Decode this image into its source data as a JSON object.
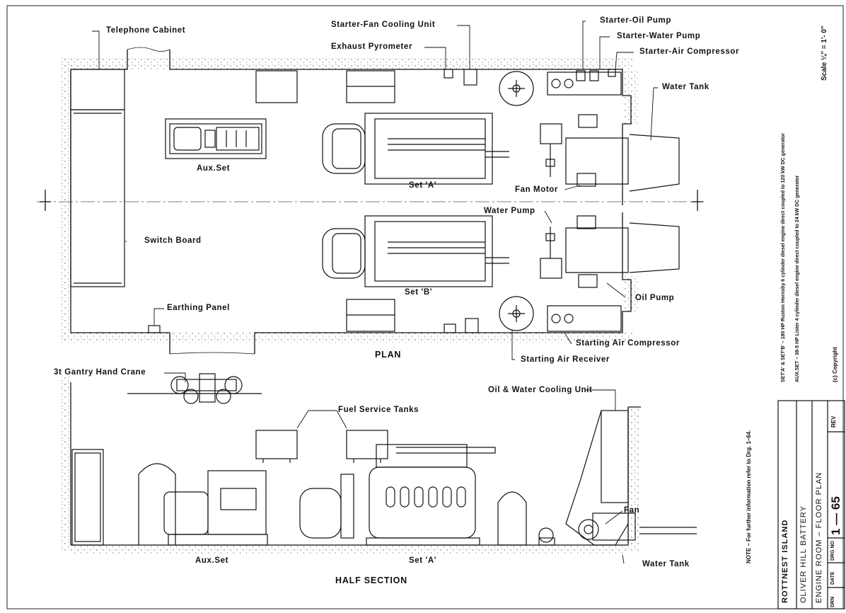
{
  "plan": {
    "title": "PLAN",
    "labels": {
      "telephone_cabinet": "Telephone Cabinet",
      "starter_fan_cooling": "Starter-Fan Cooling Unit",
      "exhaust_pyrometer": "Exhaust Pyrometer",
      "starter_oil_pump": "Starter-Oil Pump",
      "starter_water_pump": "Starter-Water Pump",
      "starter_air_compressor": "Starter-Air Compressor",
      "water_tank": "Water Tank",
      "aux_set": "Aux.Set",
      "set_a": "Set 'A'",
      "fan_motor": "Fan Motor",
      "water_pump": "Water Pump",
      "switch_board": "Switch Board",
      "set_b": "Set 'B'",
      "oil_pump": "Oil Pump",
      "earthing_panel": "Earthing Panel",
      "starting_air_compressor": "Starting Air Compressor",
      "starting_air_receiver": "Starting Air Receiver"
    }
  },
  "section": {
    "title": "HALF SECTION",
    "labels": {
      "gantry_crane": "3t Gantry Hand Crane",
      "fuel_tanks": "Fuel Service Tanks",
      "cooling_unit": "Oil & Water Cooling Unit",
      "fan": "Fan",
      "aux_set": "Aux.Set",
      "set_a": "Set 'A'",
      "water_tank": "Water Tank"
    }
  },
  "notes": {
    "further_info": "NOTE – For further information refer to Drg. 1–64.",
    "set_ab": "SET'A' & SET'B' – 180 HP Ruston Hornsby 6 cylinder diesel engine direct coupled to 120 kW DC generator",
    "aux_set": "AUX.SET – 38-5 HP Lister 4 cylinder diesel engine direct coupled to 24 kW DC generator",
    "scale": "Scale ¼\" = 1'- 0\"",
    "copyright": "(c) Copyright"
  },
  "title_block": {
    "line1": "ROTTNEST ISLAND",
    "line2": "OLIVER HILL BATTERY",
    "line3": "ENGINE ROOM – FLOOR PLAN",
    "drn_label": "DRN",
    "date_label": "DATE",
    "drg_no_label": "DRG NO",
    "drg_no": "1 — 65",
    "rev_label": "REV"
  }
}
